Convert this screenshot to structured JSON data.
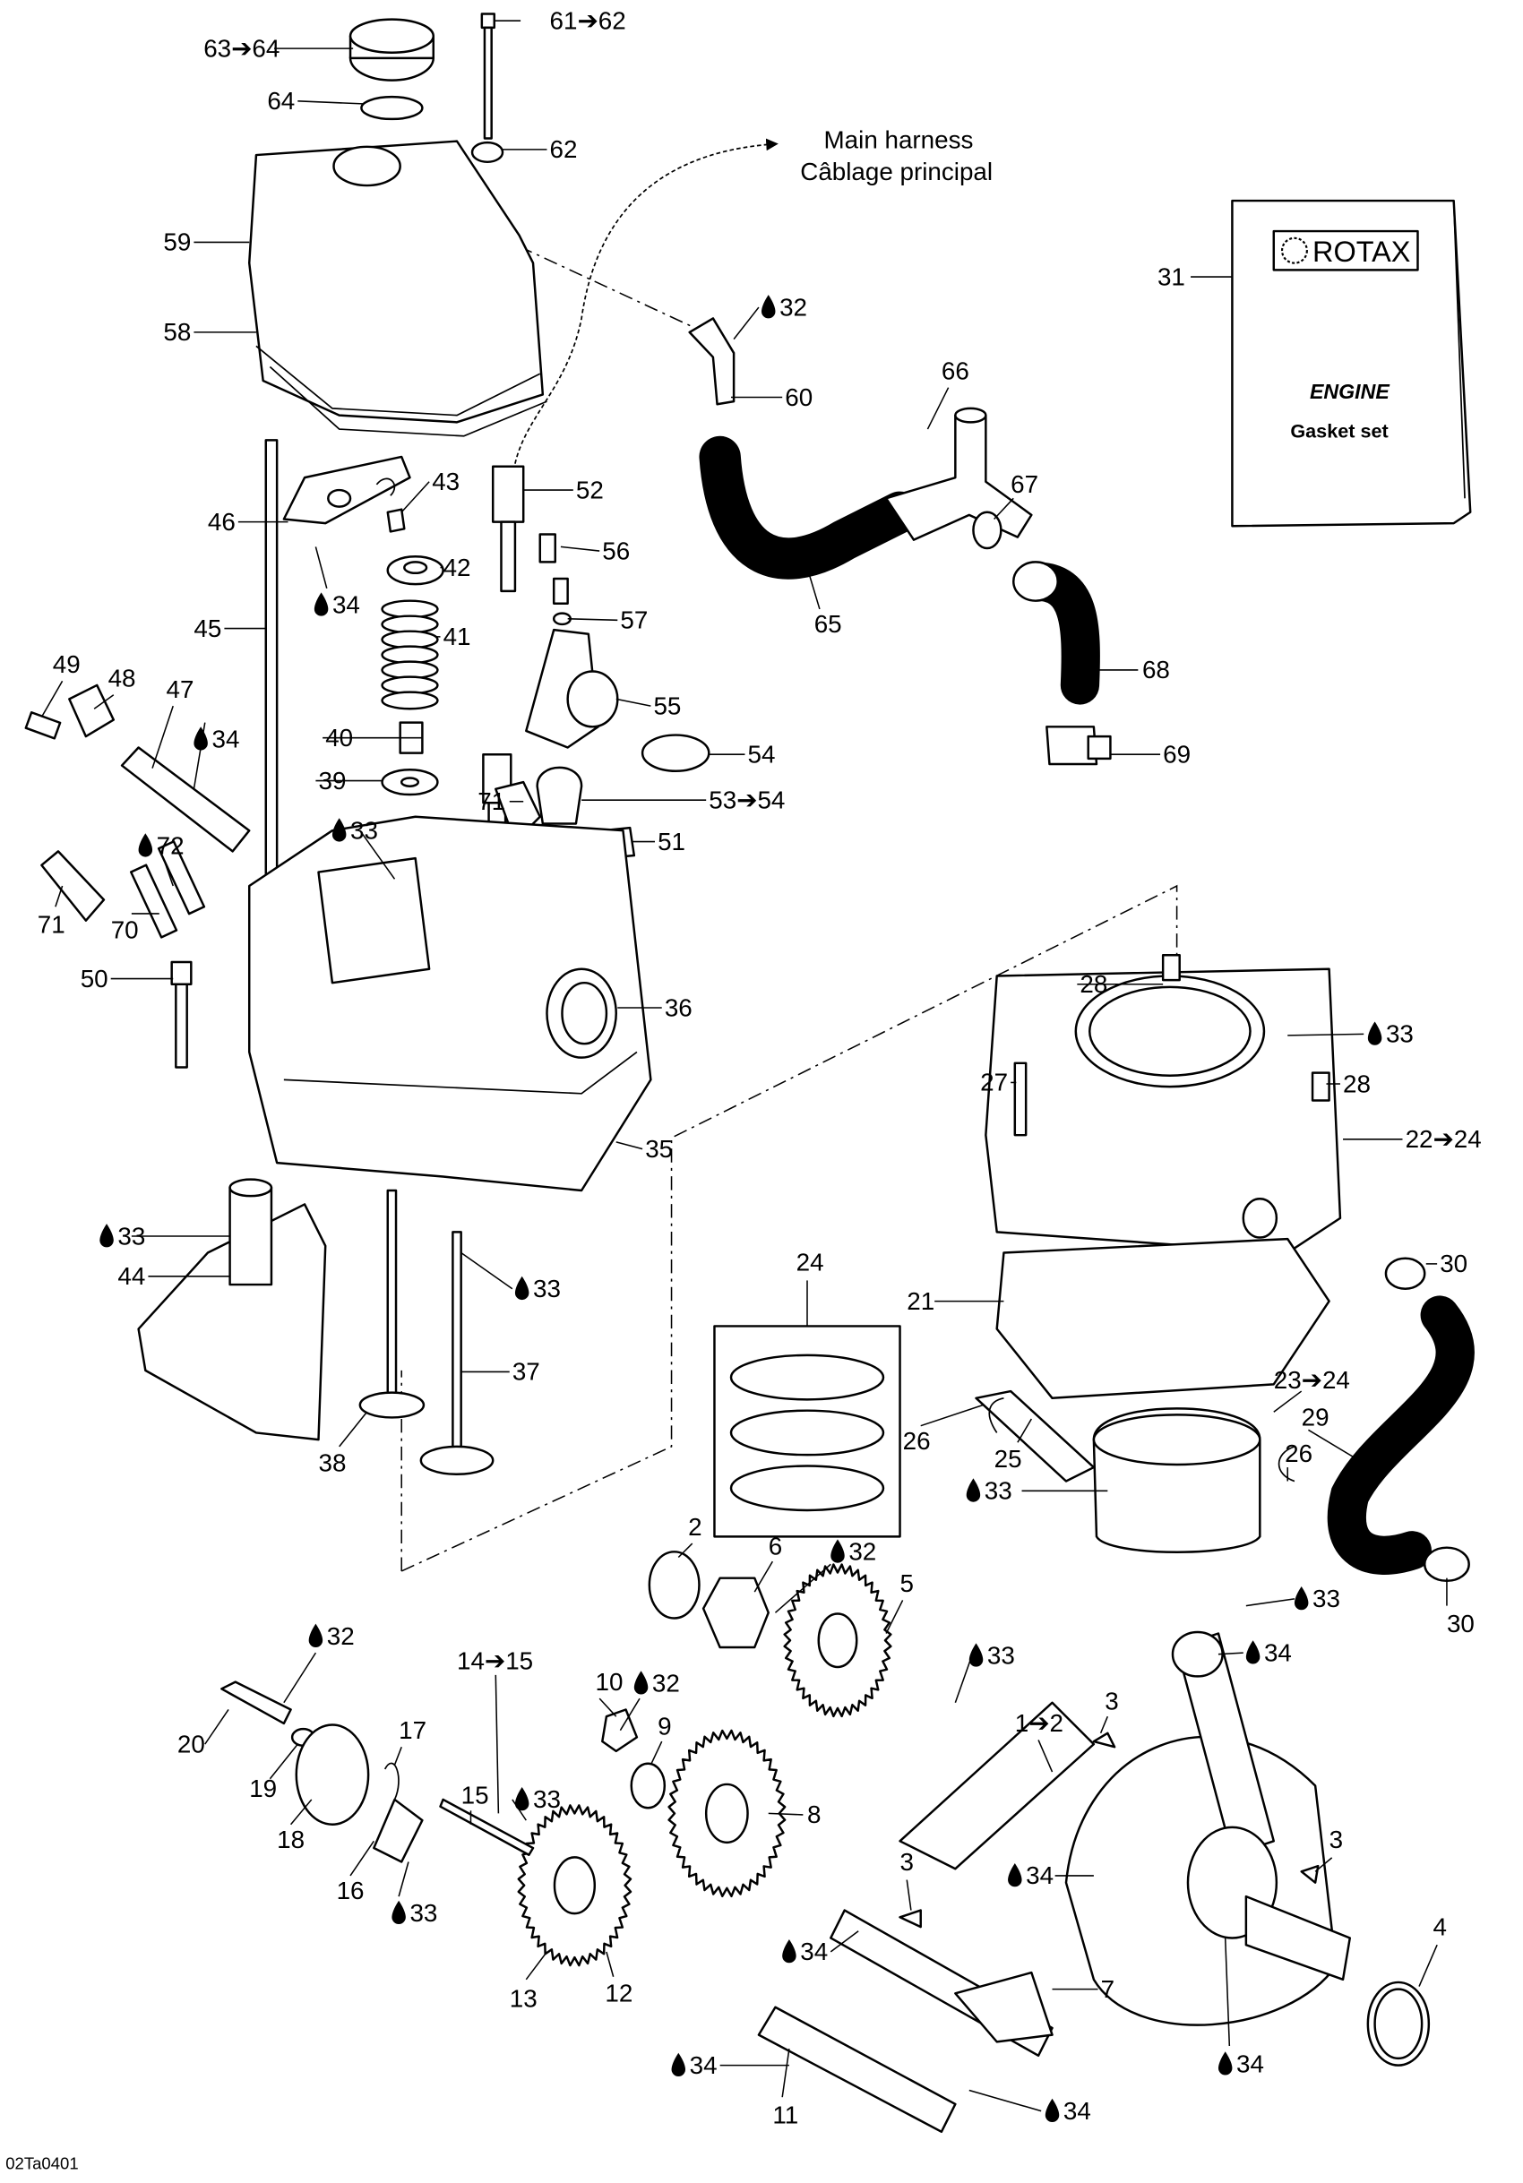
{
  "diagram": {
    "harness_note": {
      "line1": "Main harness",
      "line2": "Câblage principal"
    },
    "manual": {
      "brand": "ROTAX",
      "title": "ENGINE",
      "subtitle": "Gasket set"
    },
    "figure_code": "02Ta0401",
    "oil_icon": "oil-drop-icon",
    "callouts": [
      {
        "text": "63➔64"
      },
      {
        "text": "64"
      },
      {
        "text": "61➔62"
      },
      {
        "text": "62"
      },
      {
        "text": "59"
      },
      {
        "text": "58"
      },
      {
        "text": "31"
      },
      {
        "text": "32",
        "oil": true
      },
      {
        "text": "60"
      },
      {
        "text": "66"
      },
      {
        "text": "67"
      },
      {
        "text": "65"
      },
      {
        "text": "68"
      },
      {
        "text": "69"
      },
      {
        "text": "43"
      },
      {
        "text": "46"
      },
      {
        "text": "52"
      },
      {
        "text": "42"
      },
      {
        "text": "56"
      },
      {
        "text": "34",
        "oil": true
      },
      {
        "text": "57"
      },
      {
        "text": "45"
      },
      {
        "text": "41"
      },
      {
        "text": "49"
      },
      {
        "text": "48"
      },
      {
        "text": "47"
      },
      {
        "text": "34",
        "oil": true
      },
      {
        "text": "55"
      },
      {
        "text": "40"
      },
      {
        "text": "54"
      },
      {
        "text": "39"
      },
      {
        "text": "71"
      },
      {
        "text": "53➔54"
      },
      {
        "text": "51"
      },
      {
        "text": "33",
        "oil": true
      },
      {
        "text": "72",
        "oil": true
      },
      {
        "text": "71"
      },
      {
        "text": "70"
      },
      {
        "text": "50"
      },
      {
        "text": "36"
      },
      {
        "text": "28"
      },
      {
        "text": "33",
        "oil": true
      },
      {
        "text": "27"
      },
      {
        "text": "28"
      },
      {
        "text": "35"
      },
      {
        "text": "22➔24"
      },
      {
        "text": "33",
        "oil": true
      },
      {
        "text": "44"
      },
      {
        "text": "33",
        "oil": true
      },
      {
        "text": "24"
      },
      {
        "text": "30"
      },
      {
        "text": "21"
      },
      {
        "text": "37"
      },
      {
        "text": "23➔24"
      },
      {
        "text": "29"
      },
      {
        "text": "26"
      },
      {
        "text": "25"
      },
      {
        "text": "38"
      },
      {
        "text": "26"
      },
      {
        "text": "33",
        "oil": true
      },
      {
        "text": "2"
      },
      {
        "text": "6"
      },
      {
        "text": "32",
        "oil": true
      },
      {
        "text": "5"
      },
      {
        "text": "33",
        "oil": true
      },
      {
        "text": "30"
      },
      {
        "text": "32",
        "oil": true
      },
      {
        "text": "33",
        "oil": true
      },
      {
        "text": "34",
        "oil": true
      },
      {
        "text": "14➔15"
      },
      {
        "text": "10"
      },
      {
        "text": "32",
        "oil": true
      },
      {
        "text": "3"
      },
      {
        "text": "1➔2"
      },
      {
        "text": "9"
      },
      {
        "text": "17"
      },
      {
        "text": "20"
      },
      {
        "text": "19"
      },
      {
        "text": "15"
      },
      {
        "text": "33",
        "oil": true
      },
      {
        "text": "8"
      },
      {
        "text": "18"
      },
      {
        "text": "3"
      },
      {
        "text": "34",
        "oil": true
      },
      {
        "text": "16"
      },
      {
        "text": "3"
      },
      {
        "text": "33",
        "oil": true
      },
      {
        "text": "34",
        "oil": true
      },
      {
        "text": "4"
      },
      {
        "text": "13"
      },
      {
        "text": "12"
      },
      {
        "text": "7"
      },
      {
        "text": "34",
        "oil": true
      },
      {
        "text": "34",
        "oil": true
      },
      {
        "text": "11"
      },
      {
        "text": "34",
        "oil": true
      }
    ]
  }
}
